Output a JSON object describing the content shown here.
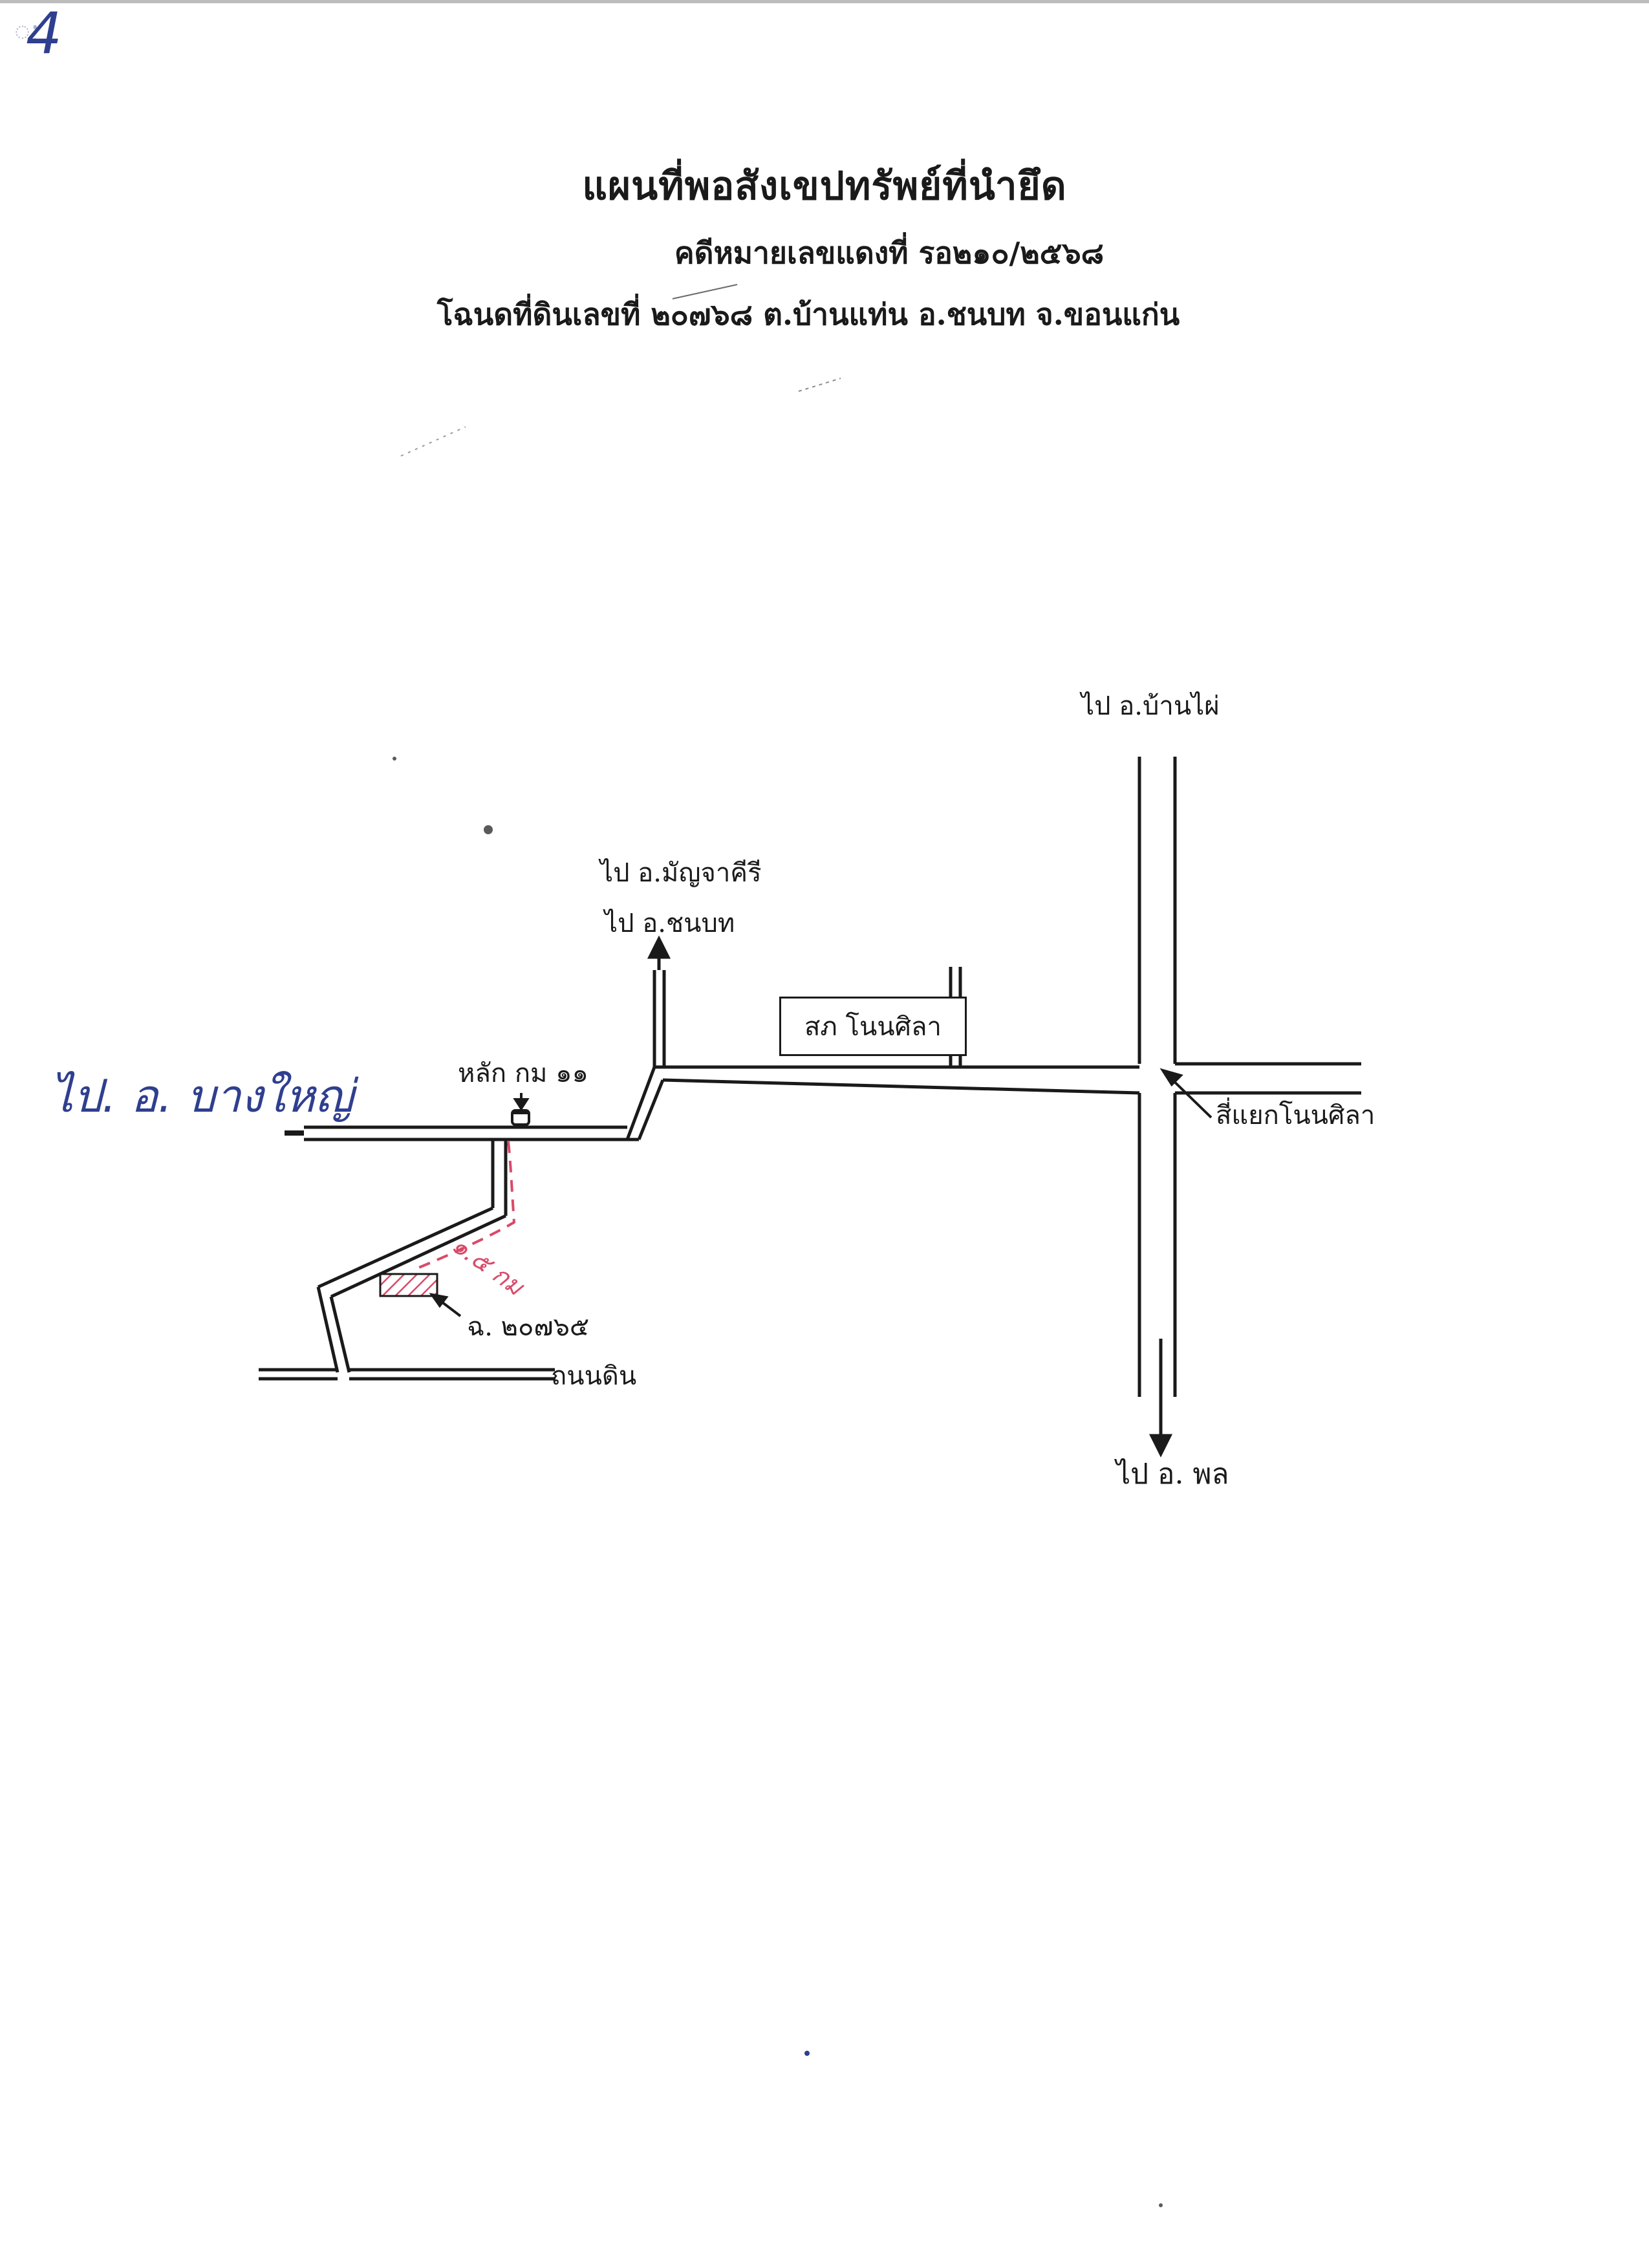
{
  "corner_mark": "4",
  "header": {
    "title": "แผนที่พอสังเขปทรัพย์ที่นำยึด",
    "case_number": "คดีหมายเลขแดงที่  รอ๒๑๐/๒๕๖๘",
    "deed_line": "โฉนดที่ดินเลขที่  ๒๐๗๖๘  ต.บ้านแท่น  อ.ชนบท    จ.ขอนแก่น"
  },
  "map": {
    "to_ban_phai": "ไป อ.บ้านไผ่",
    "to_manchakhiri": "ไป  อ.มัญจาคีรี",
    "to_chonnabot": "ไป  อ.ชนบท",
    "school_label": "สภ  โนนศิลา",
    "marker_label": "หลัก กม ๑๑",
    "to_ban_yai_handwritten": "ไป. อ. บางใหญ่",
    "intersection_label": "สี่แยกโนนศิลา",
    "distance_handwritten": "๑.๕ กม",
    "plot_label": "ฉ. ๒๐๗๖๕",
    "dirt_road_label": "ถนนดิน",
    "to_phon": "ไป อ. พล"
  },
  "colors": {
    "ink": "#1a1a1a",
    "handwriting_blue": "#2f3f8f",
    "route_red": "#d94a68",
    "plot_hatch": "#d94a68"
  },
  "icons": {
    "marker": "km-post-icon",
    "arrow": "arrow-icon"
  }
}
